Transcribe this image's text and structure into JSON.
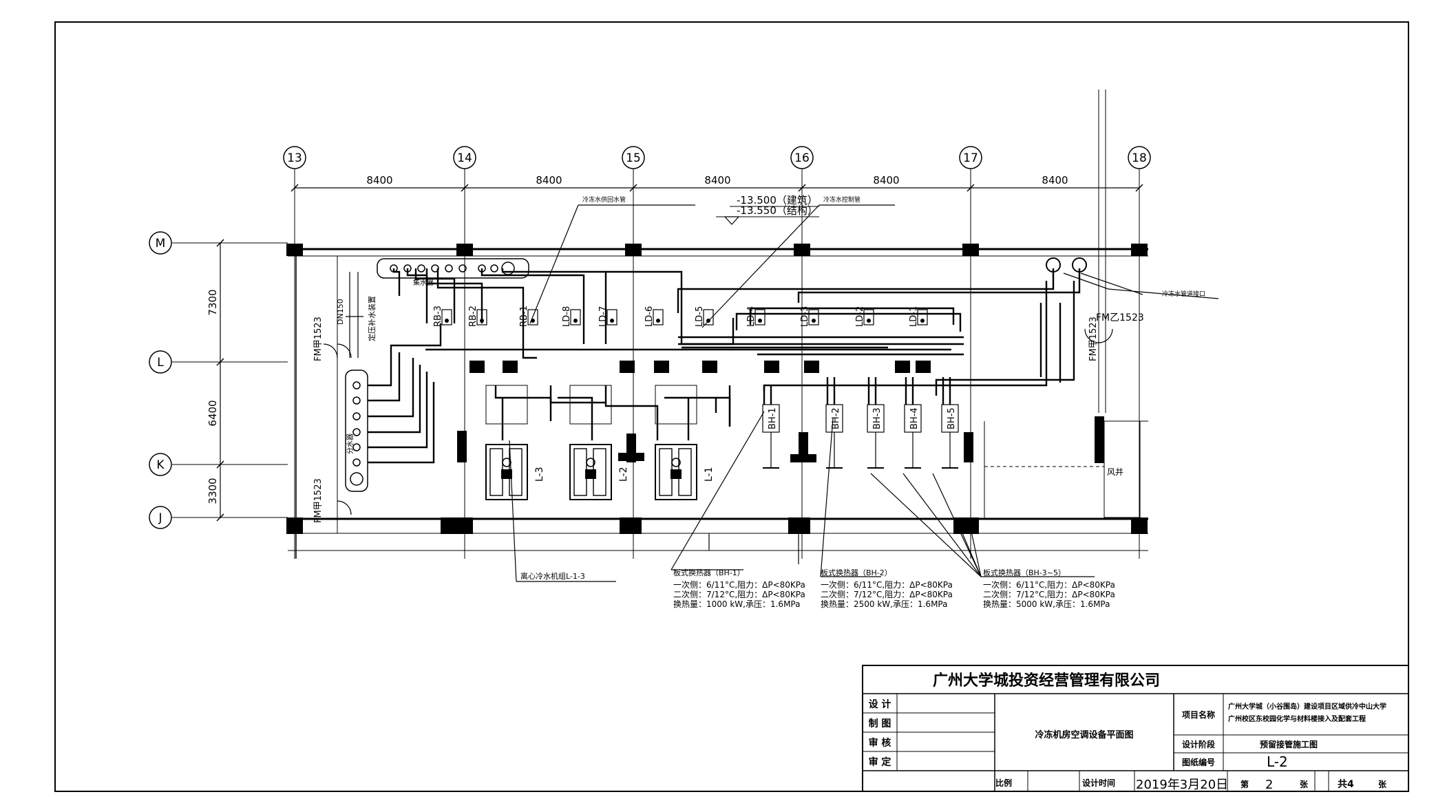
{
  "axes": {
    "columns": [
      "13",
      "14",
      "15",
      "16",
      "17",
      "18"
    ],
    "rows": [
      "M",
      "L",
      "K",
      "J"
    ],
    "column_spacings": [
      "8400",
      "8400",
      "8400",
      "8400",
      "8400"
    ],
    "row_spacings": [
      "7300",
      "6400",
      "3300"
    ]
  },
  "elevation": {
    "arch": "-13.500（建筑）",
    "struct": "-13.550（结构）"
  },
  "equipment": {
    "pumps_top": [
      "RB-3",
      "RB-2",
      "RB-1",
      "LD-8",
      "LD-7",
      "LD-6",
      "LD-5",
      "LD-4",
      "LD-3",
      "LD-2",
      "LD-1"
    ],
    "heat_exchangers": [
      "BH-1",
      "BH-2",
      "BH-3",
      "BH-4",
      "BH-5"
    ],
    "chillers": [
      "L-3",
      "L-2",
      "L-1"
    ]
  },
  "room_labels": {
    "collector": "集水器",
    "distributor": "分水器",
    "collector_top": "集水器",
    "sidewalk": "风井",
    "pipe_label_top": "冷冻水供回水管",
    "pipe_label_ctrl": "冷冻水控制管",
    "pipe_label_right": "冷冻水管道接口",
    "vertical_label": "定压补水装置",
    "vertical_code": "DN150"
  },
  "doors": {
    "left_upper": "FM甲1523",
    "left_lower": "FM甲1523",
    "right_upper": "FM乙1523",
    "right_lower": "FM甲1523"
  },
  "callouts": {
    "chiller": "离心冷水机组L-1-3",
    "bh1": {
      "title": "板式换热器（BH-1）",
      "line1": "一次侧：6/11°C,阻力：ΔP<80KPa",
      "line2": "二次侧：7/12°C,阻力：ΔP<80KPa",
      "line3": "换热量：1000 kW,承压：1.6MPa"
    },
    "bh2": {
      "title": "板式换热器（BH-2）",
      "line1": "一次侧：6/11°C,阻力：ΔP<80KPa",
      "line2": "二次侧：7/12°C,阻力：ΔP<80KPa",
      "line3": "换热量：2500 kW,承压：1.6MPa"
    },
    "bh35": {
      "title": "板式换热器（BH-3~5）",
      "line1": "一次侧：6/11°C,阻力：ΔP<80KPa",
      "line2": "二次侧：7/12°C,阻力：ΔP<80KPa",
      "line3": "换热量：5000 kW,承压：1.6MPa"
    }
  },
  "title_block": {
    "company": "广州大学城投资经营管理有限公司",
    "roles": [
      "设  计",
      "制  图",
      "审  核",
      "审  定"
    ],
    "drawing_name": "冷冻机房空调设备平面图",
    "project_label": "项目名称",
    "project_line1": "广州大学城（小谷围岛）建设项目区域供冷中山大学",
    "project_line2": "广州校区东校园化学与材料楼接入及配套工程",
    "stage_label": "设计阶段",
    "stage_value": "预留接管施工图",
    "number_label": "图纸编号",
    "number_value": "L-2",
    "scale_label": "比例",
    "date_label": "设计时间",
    "date_value": "2019年3月20日",
    "sheet_prefix": "第",
    "sheet_no": "2",
    "sheet_unit": "张",
    "total_prefix": "共4",
    "total_unit": "张"
  }
}
